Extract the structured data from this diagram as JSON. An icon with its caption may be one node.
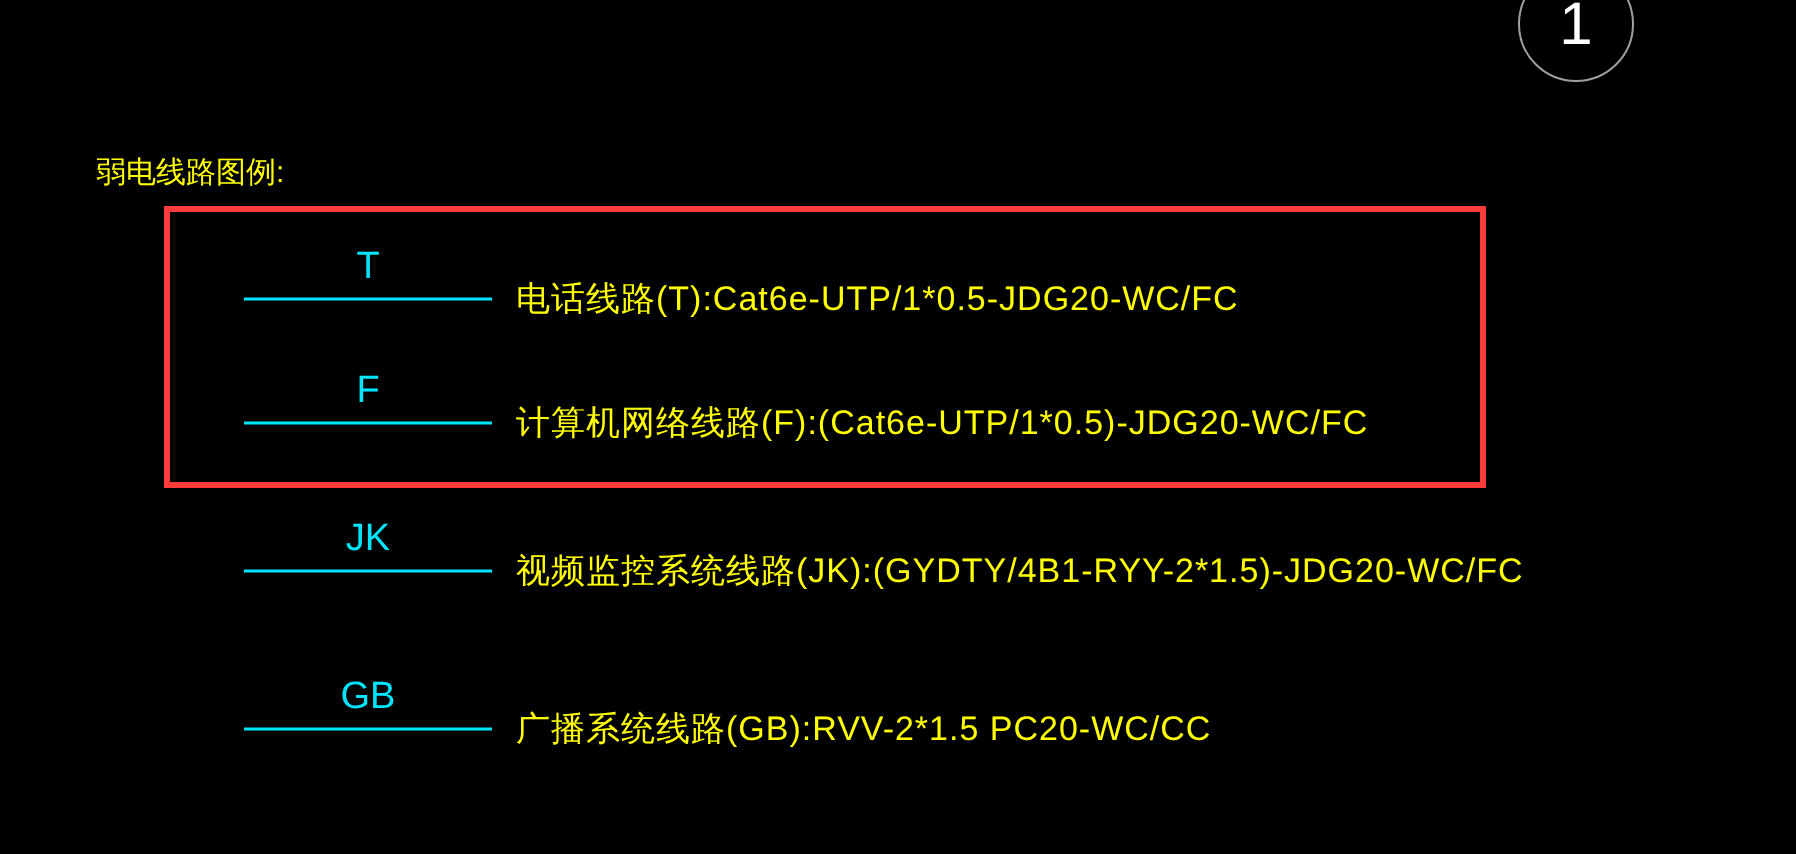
{
  "diagram": {
    "title": "弱电线路图例:",
    "nodes": [
      {
        "text": [
          "1"
        ]
      },
      {
        "text": [],
        "shape": "box"
      }
    ],
    "labels": [
      "T",
      "F",
      "JK",
      "GB"
    ],
    "legend": [
      {
        "text": "电话线路(T):Cat6e-UTP/1*0.5-JDG20-WC/FC"
      },
      {
        "text": "计算机网络线路(F):(Cat6e-UTP/1*0.5)-JDG20-WC/FC"
      },
      {
        "text": "视频监控系统线路(JK):(GYDTY/4B1-RYY-2*1.5)-JDG20-WC/FC"
      },
      {
        "text": "广播系统线路(GB):RVV-2*1.5 PC20-WC/CC"
      }
    ]
  }
}
